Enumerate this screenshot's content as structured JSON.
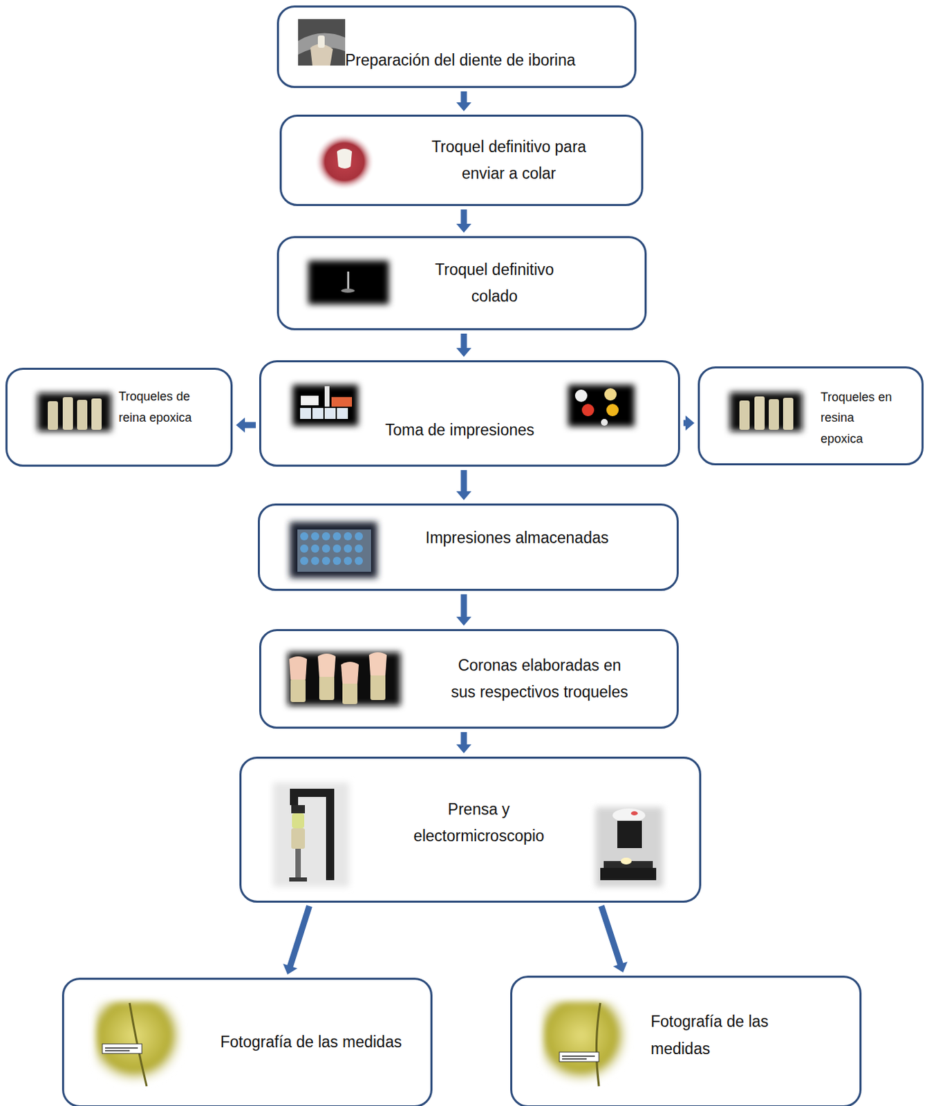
{
  "diagram": {
    "nodes": [
      {
        "text": [
          "Preparación del diente de iborina"
        ]
      },
      {
        "text": [
          "Troquel definitivo para enviar a colar"
        ]
      },
      {
        "text": [
          "Troquel definitivo colado"
        ]
      },
      {
        "text": [
          "Troqueles de reina epoxica"
        ]
      },
      {
        "text": [
          "Toma de impresiones"
        ]
      },
      {
        "text": [
          "Troqueles en resina epoxica"
        ]
      },
      {
        "text": [
          "Impresiones almacenadas"
        ]
      },
      {
        "text": [
          "Coronas elaboradas en sus respectivos troqueles"
        ]
      },
      {
        "text": [
          "Prensa y electormicroscopio"
        ]
      },
      {
        "text": [
          "Fotografía de las medidas"
        ]
      },
      {
        "text": [
          "Fotografía de las medidas"
        ]
      }
    ],
    "edges": [
      {
        "from": 0,
        "to": 1,
        "arrow": "to"
      },
      {
        "from": 1,
        "to": 2,
        "arrow": "to"
      },
      {
        "from": 2,
        "to": 4,
        "arrow": "to"
      },
      {
        "from": 4,
        "to": 3,
        "arrow": "to"
      },
      {
        "from": 4,
        "to": 5,
        "arrow": "to"
      },
      {
        "from": 4,
        "to": 6,
        "arrow": "to"
      },
      {
        "from": 6,
        "to": 7,
        "arrow": "to"
      },
      {
        "from": 7,
        "to": 8,
        "arrow": "to"
      },
      {
        "from": 8,
        "to": 9,
        "arrow": "to"
      },
      {
        "from": 8,
        "to": 10,
        "arrow": "to"
      }
    ]
  }
}
